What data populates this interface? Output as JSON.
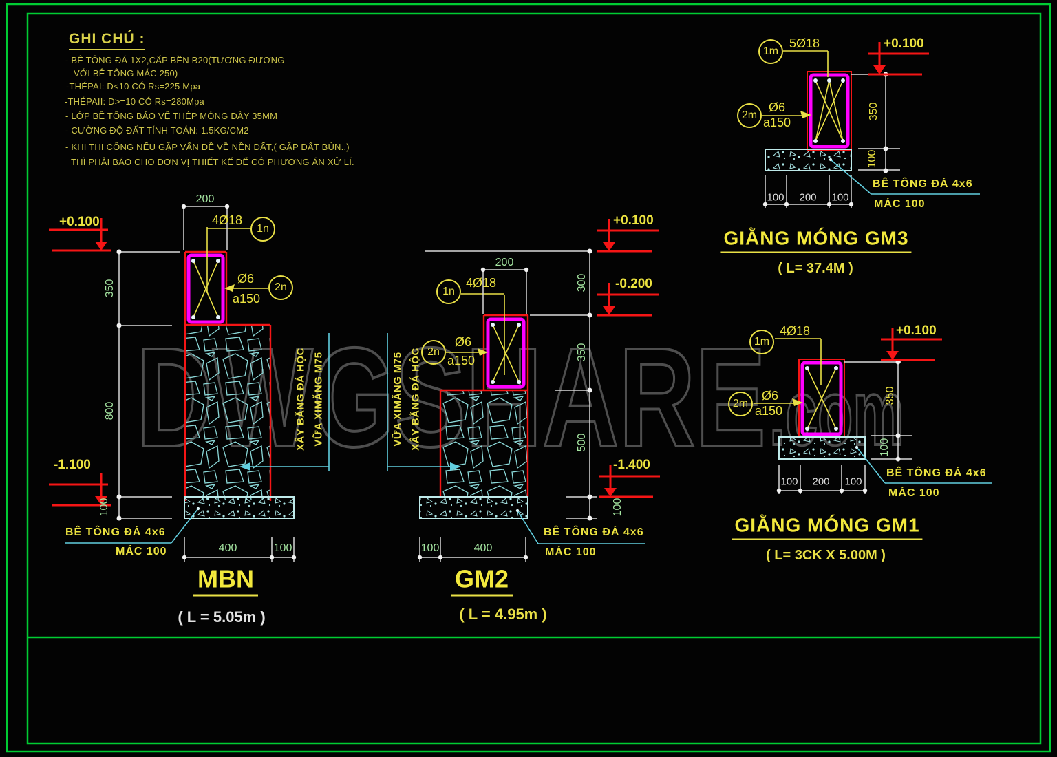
{
  "watermark": {
    "main": "DWGSHARE",
    "suffix": ".com"
  },
  "notes": {
    "title": "GHI CHÚ :",
    "lines": [
      "- BÊ TÔNG ĐÁ 1X2,CẤP BỀN B20(TƯƠNG ĐƯƠNG",
      "VỚI BÊ TÔNG MÁC 250)",
      "-THÉPAI: D<10 CÓ Rs=225 Mpa",
      "-THÉPAII: D>=10 CÓ Rs=280Mpa",
      "- LỚP BÊ TÔNG BẢO VỆ THÉP MÓNG DÀY 35MM",
      "- CƯỜNG ĐỘ ĐẤT TÍNH TOÁN: 1.5KG/CM2",
      "- KHI THI CÔNG NẾU GẶP VẤN ĐỀ VỀ NỀN ĐẤT,( GẶP ĐẤT BÙN..)",
      "THÌ PHẢI BÁO CHO ĐƠN VỊ THIẾT KẾ ĐỂ CÓ PHƯƠNG ÁN XỬ LÍ."
    ]
  },
  "mbn": {
    "title": "MBN",
    "subtitle": "( L = 5.05m )",
    "level_top": "+0.100",
    "level_bottom": "-1.100",
    "dim_width": "200",
    "dim_350": "350",
    "dim_800": "800",
    "dim_100": "100",
    "dim_bottom_400": "400",
    "dim_bottom_100": "100",
    "tag_main": "1n",
    "rebar_main": "4Ø18",
    "tag_stirrup": "2n",
    "rebar_stirrup": "Ø6",
    "rebar_spacing": "a150",
    "masonry_note_line1": "XÂY BẰNG ĐÁ HỘC",
    "masonry_note_line2": "VỮA XIMĂNG M75",
    "footing_note_line1": "BÊ TÔNG ĐÁ 4x6",
    "footing_note_line2": "MÁC 100"
  },
  "gm2": {
    "title": "GM2",
    "subtitle": "( L = 4.95m )",
    "level_top": "+0.100",
    "level_mid": "-0.200",
    "level_bottom": "-1.400",
    "dim_width": "200",
    "dim_300": "300",
    "dim_350": "350",
    "dim_500": "500",
    "dim_100": "100",
    "dim_bottom_100": "100",
    "dim_bottom_400": "400",
    "tag_main": "1n",
    "rebar_main": "4Ø18",
    "tag_stirrup": "2n",
    "rebar_stirrup": "Ø6",
    "rebar_spacing": "a150",
    "masonry_note_line1": "VỮA XIMĂNG M75",
    "masonry_note_line2": "XÂY BẰNG ĐÁ HỘC",
    "footing_note_line1": "BÊ TÔNG ĐÁ 4x6",
    "footing_note_line2": "MÁC 100"
  },
  "gm3": {
    "title": "GIẰNG MÓNG GM3",
    "subtitle": "( L= 37.4M )",
    "level_top": "+0.100",
    "tag_main": "1m",
    "rebar_main": "5Ø18",
    "tag_stirrup": "2m",
    "rebar_stirrup": "Ø6",
    "rebar_spacing": "a150",
    "dim_350": "350",
    "dim_100": "100",
    "dim_bottom": [
      "100",
      "200",
      "100"
    ],
    "footing_note_line1": "BÊ TÔNG ĐÁ 4x6",
    "footing_note_line2": "MÁC 100"
  },
  "gm1": {
    "title": "GIẰNG MÓNG GM1",
    "subtitle": "( L= 3CK X 5.00M )",
    "level_top": "+0.100",
    "tag_main": "1m",
    "rebar_main": "4Ø18",
    "tag_stirrup": "2m",
    "rebar_stirrup": "Ø6",
    "rebar_spacing": "a150",
    "dim_350": "350",
    "dim_100": "100",
    "dim_bottom": [
      "100",
      "200",
      "100"
    ],
    "footing_note_line1": "BÊ TÔNG ĐÁ 4x6",
    "footing_note_line2": "MÁC 100"
  }
}
